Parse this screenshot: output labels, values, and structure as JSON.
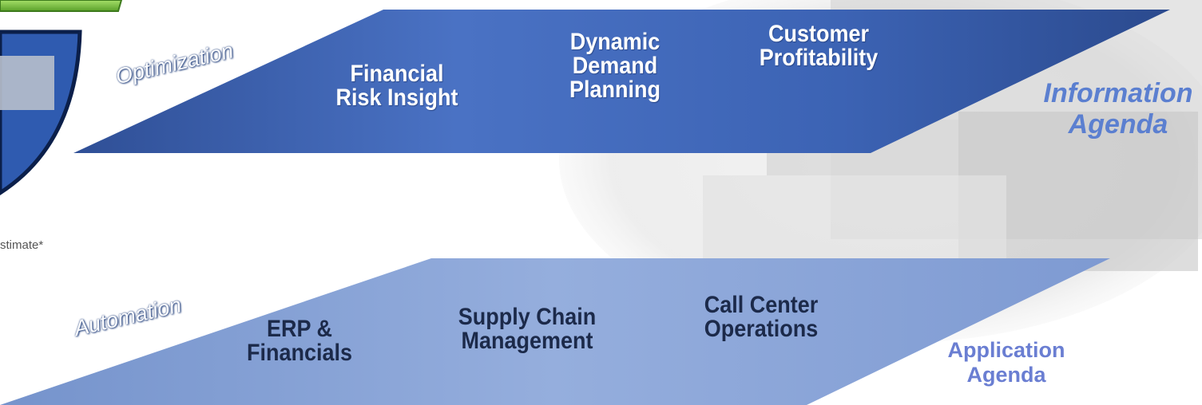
{
  "optimization_band": {
    "label": "Optimization",
    "items": [
      "Financial\nRisk Insight",
      "Dynamic\nDemand\nPlanning",
      "Customer\nProfitability"
    ],
    "color": "#3a62b0"
  },
  "automation_band": {
    "label": "Automation",
    "items": [
      "ERP &\nFinancials",
      "Supply Chain\nManagement",
      "Call Center\nOperations"
    ],
    "color": "#8aa4d6"
  },
  "information_agenda": {
    "label": "Information\nAgenda",
    "color": "#5b7fd0"
  },
  "application_agenda": {
    "label": "Application\nAgenda",
    "color": "#6a7ed2"
  },
  "cropped_fragment": {
    "text": "stimate*"
  }
}
